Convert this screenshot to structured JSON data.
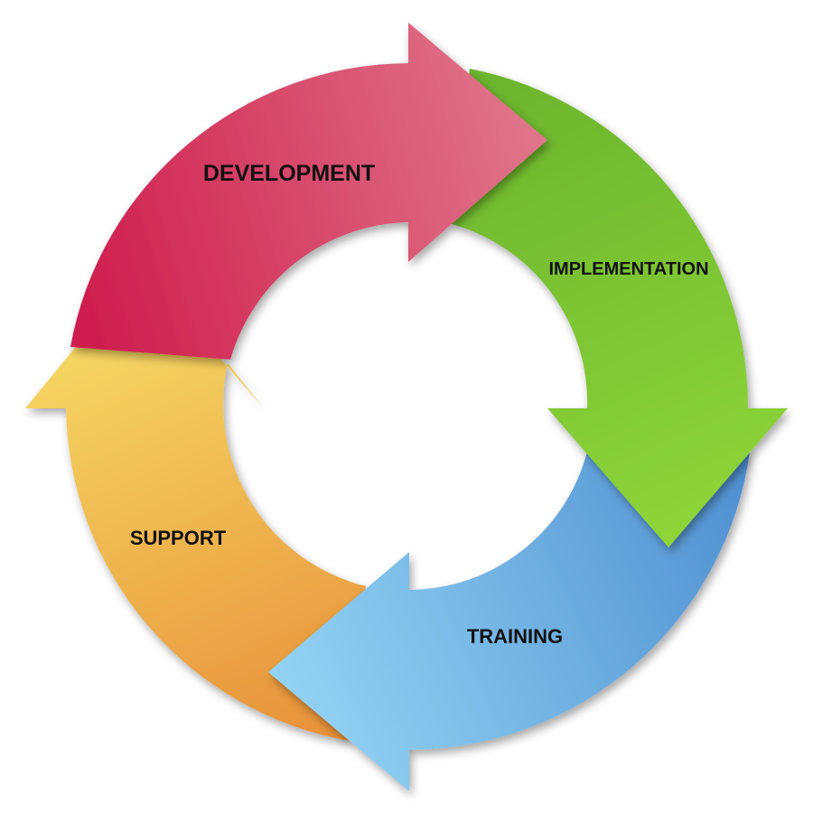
{
  "diagram": {
    "stages": [
      {
        "id": "development",
        "label": "DEVELOPMENT",
        "color_start": "#cf1f4f",
        "color_end": "#e0768a"
      },
      {
        "id": "implementation",
        "label": "IMPLEMENTATION",
        "color_start": "#6cb52d",
        "color_end": "#8fd63a"
      },
      {
        "id": "training",
        "label": "TRAINING",
        "color_start": "#4f8fd0",
        "color_end": "#93d4f4"
      },
      {
        "id": "support",
        "label": "SUPPORT",
        "color_start": "#e8923a",
        "color_end": "#f6dc66"
      }
    ]
  }
}
